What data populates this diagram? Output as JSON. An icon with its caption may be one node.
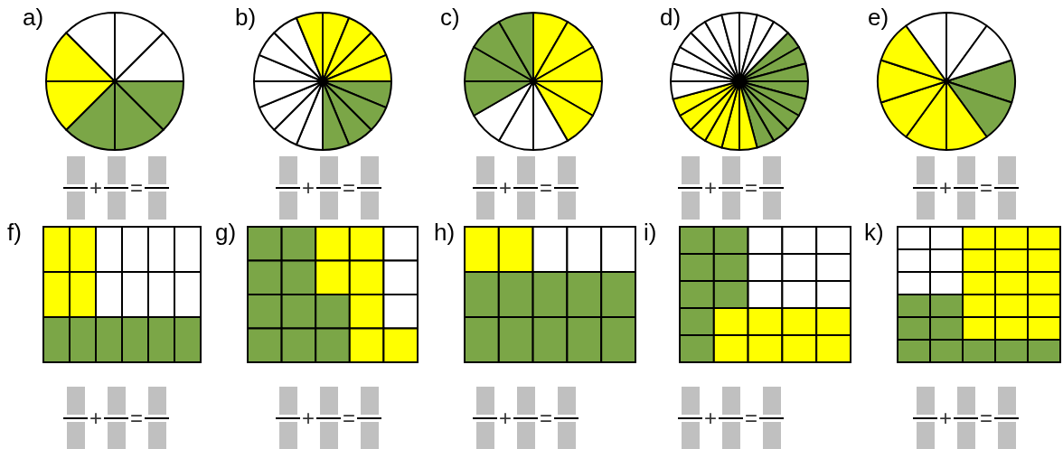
{
  "diagram": {
    "labels": [
      "a)",
      "b)",
      "c)",
      "d)",
      "e)",
      "+",
      "=",
      "+",
      "=",
      "+",
      "=",
      "+",
      "=",
      "+",
      "=",
      "f)",
      "g)",
      "h)",
      "i)",
      "k)",
      "+",
      "=",
      "+",
      "=",
      "+",
      "=",
      "+",
      "=",
      "+",
      "="
    ]
  }
}
